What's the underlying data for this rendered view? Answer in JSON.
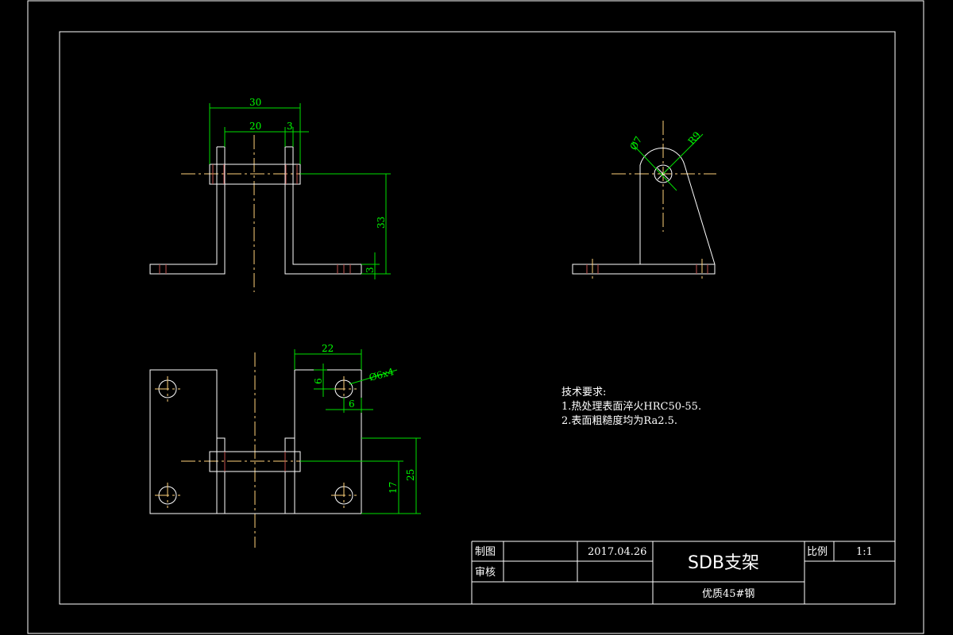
{
  "views": {
    "front": {
      "dims": {
        "overall_width": "30",
        "inner_width": "20",
        "thickness": "3",
        "height": "33",
        "base": "3"
      }
    },
    "side": {
      "dims": {
        "hole_dia": "Ø7",
        "radius": "R9"
      }
    },
    "top": {
      "dims": {
        "width": "22",
        "hole_offset_y": "6",
        "hole_offset_x": "6",
        "holes": "Ø6x4",
        "depth": "25",
        "hole_y": "17"
      }
    }
  },
  "notes": {
    "title": "技术要求:",
    "items": [
      "1.热处理表面淬火HRC50-55.",
      "2.表面粗糙度均为Ra2.5."
    ]
  },
  "title_block": {
    "drawn_label": "制图",
    "date": "2017.04.26",
    "check_label": "审核",
    "part_name": "SDB支架",
    "material": "优质45#钢",
    "scale_label": "比例",
    "scale_value": "1:1"
  },
  "colors": {
    "background": "#000000",
    "outline": "#ffffff",
    "dimension": "#00ff00",
    "centerline": "#ffd27a",
    "hidden": "#c0504d"
  }
}
